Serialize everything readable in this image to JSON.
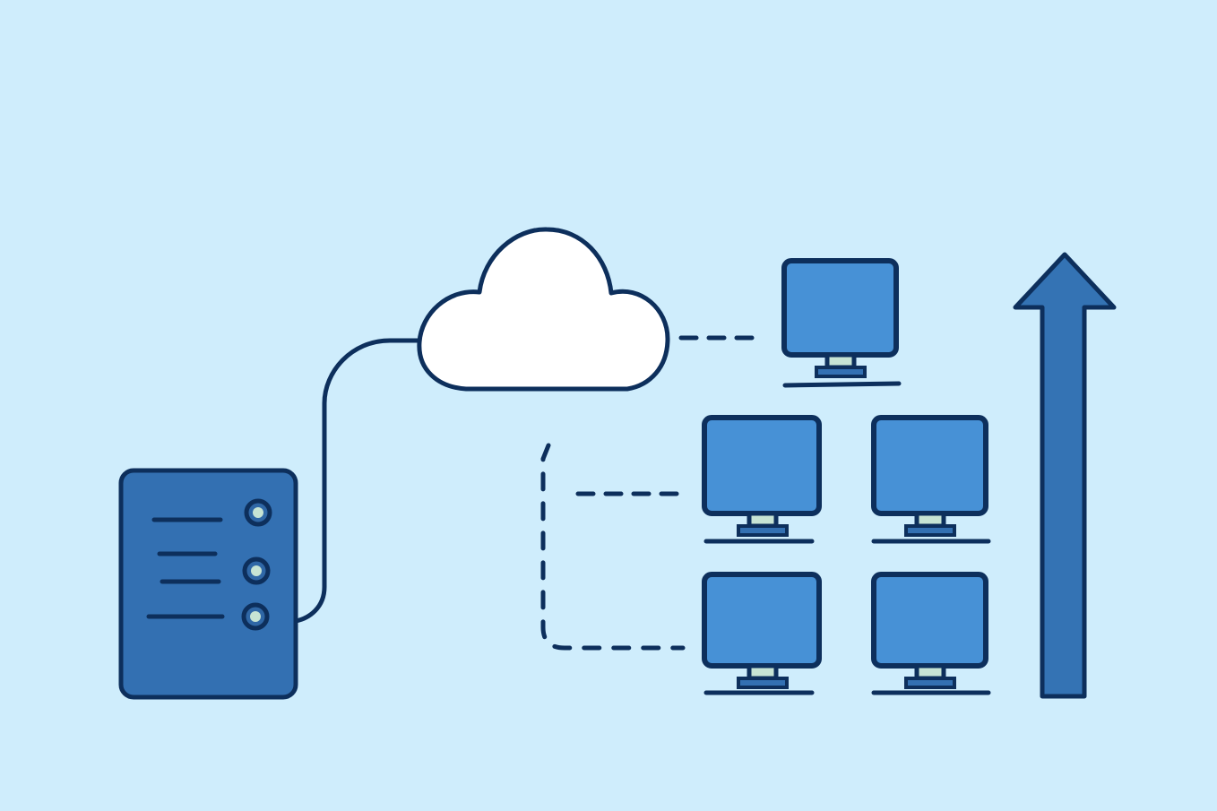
{
  "colors": {
    "background": "#cfedfc",
    "outline": "#0d2f5c",
    "server_fill": "#3370b2",
    "monitor_screen": "#4791d6",
    "arrow_fill": "#3473b4",
    "cloud_fill": "#ffffff",
    "led_fill": "#c7e4d4"
  },
  "icons": {
    "server": "server-icon",
    "cloud": "cloud-icon",
    "monitor": "monitor-icon",
    "arrow": "up-arrow-icon"
  },
  "diagram": {
    "server_leds": 3,
    "server_lines": 4,
    "monitors": 5
  }
}
